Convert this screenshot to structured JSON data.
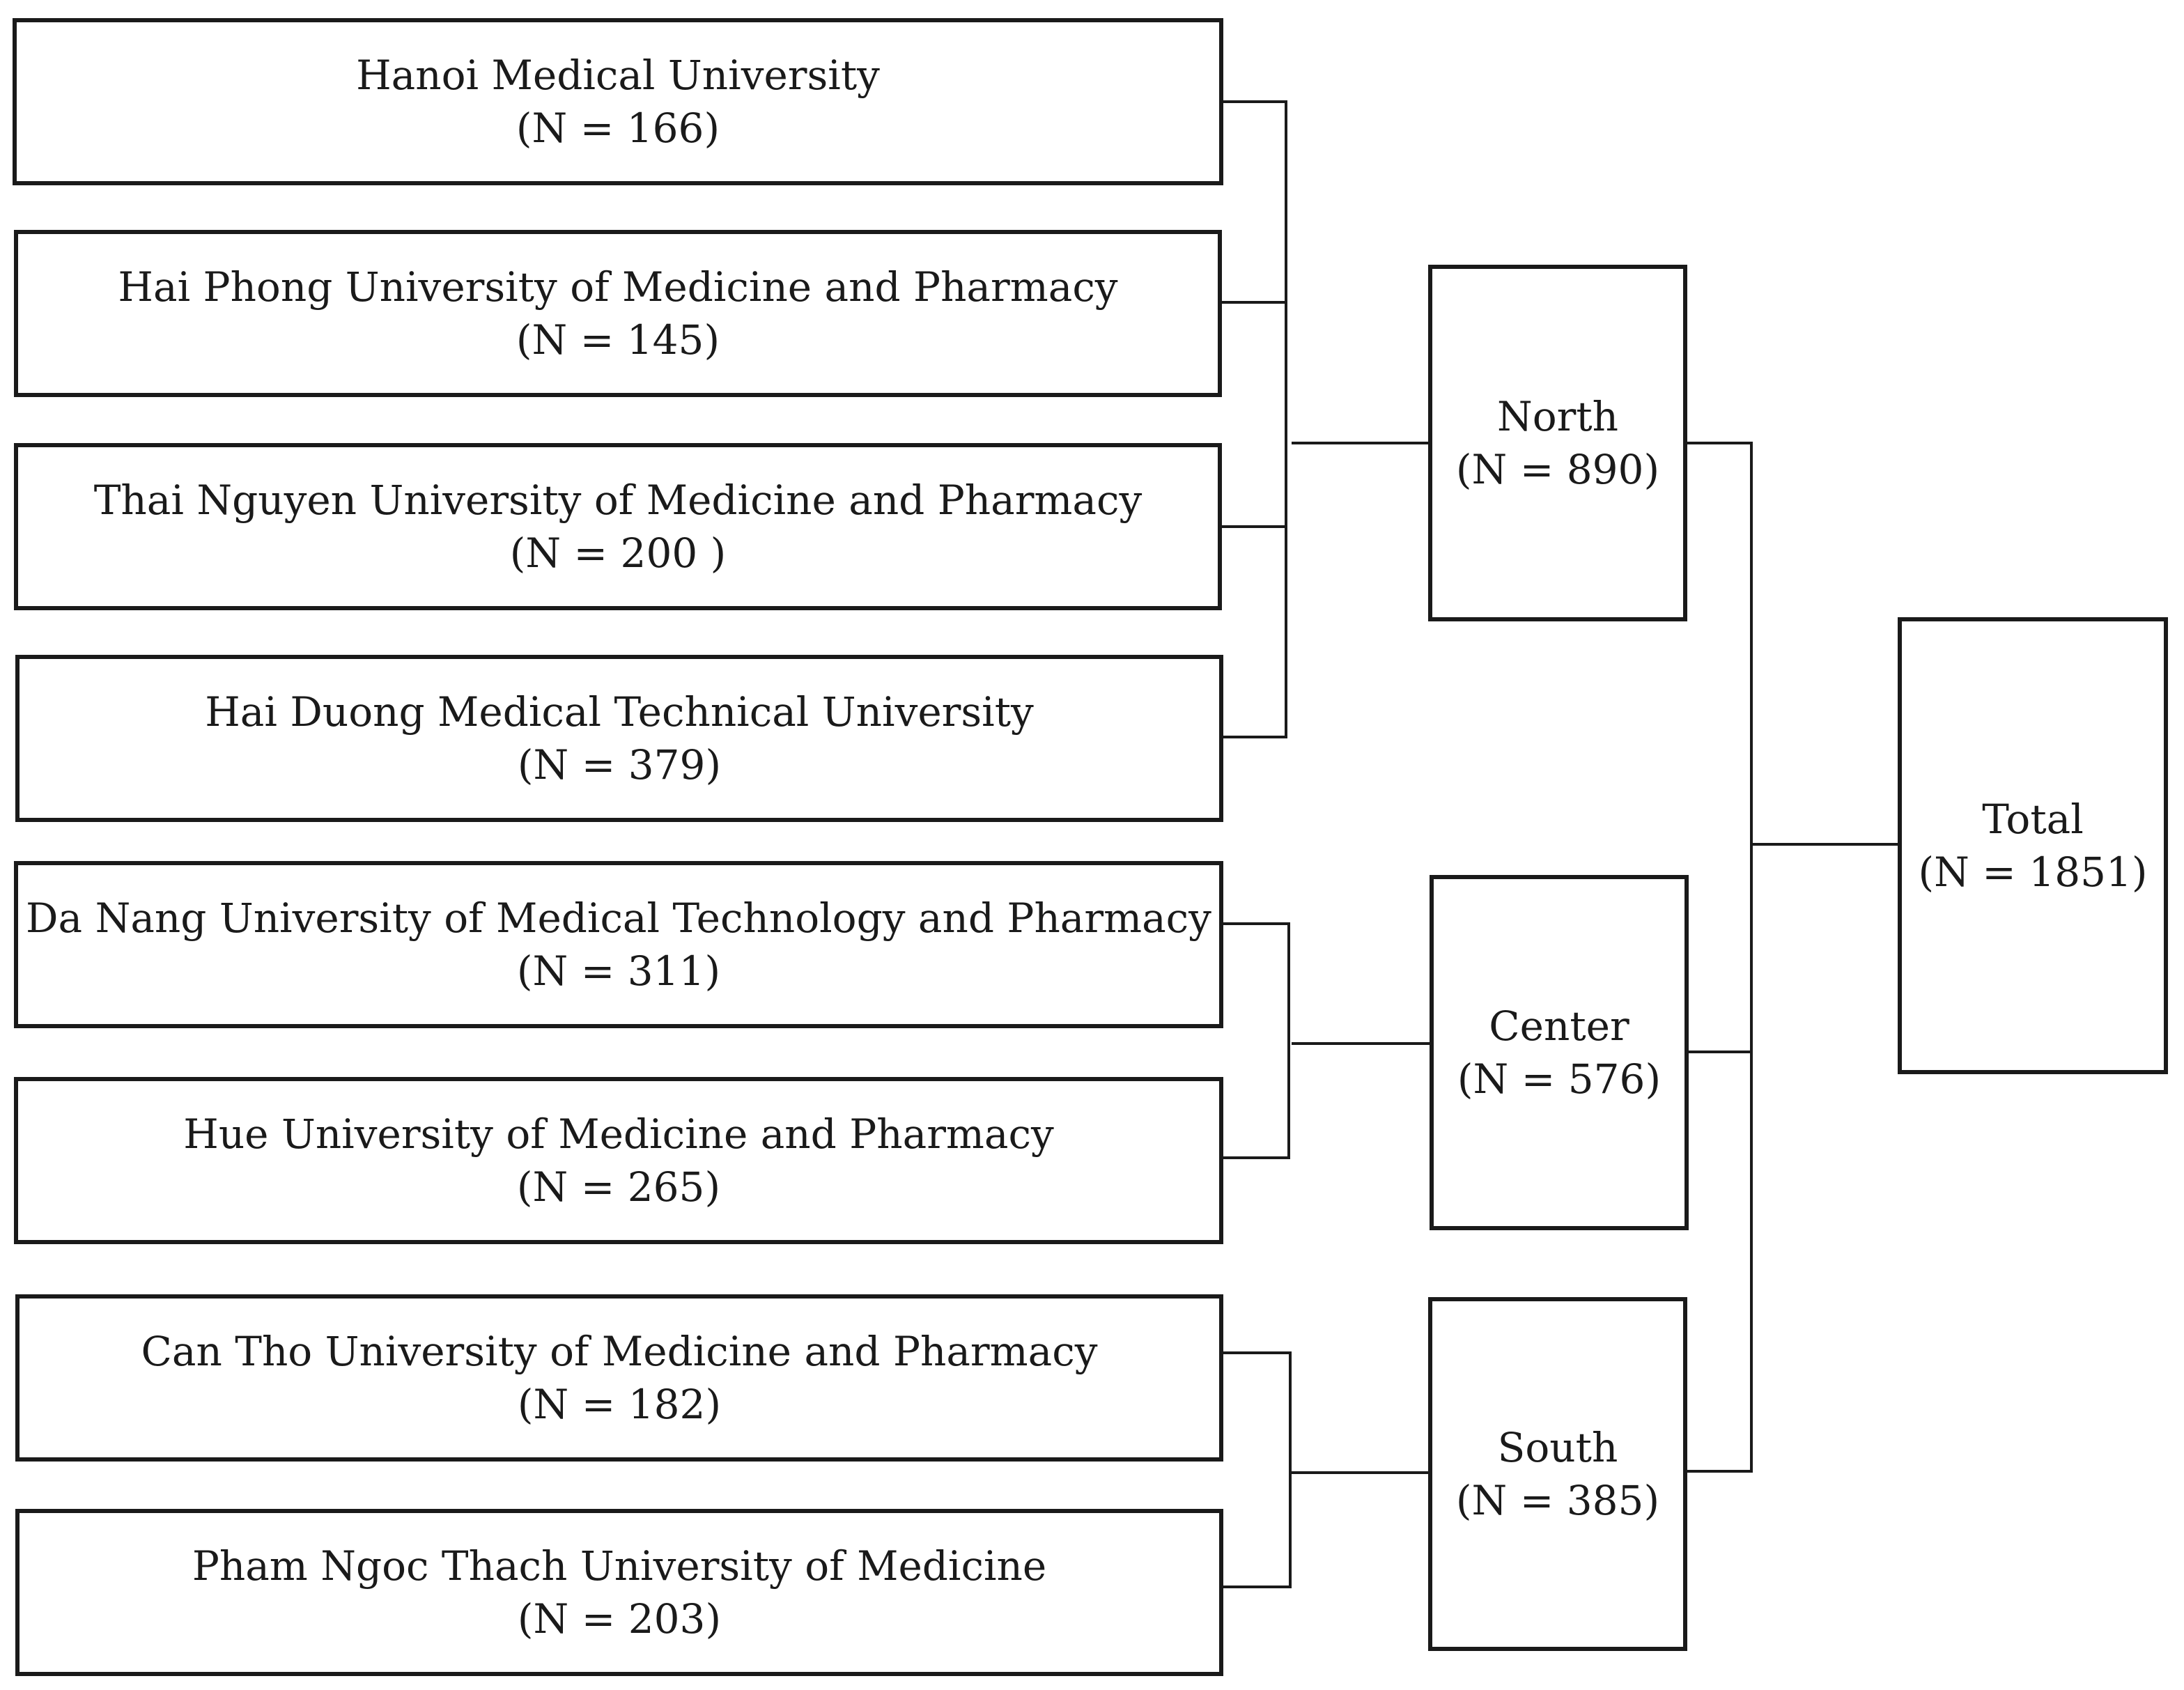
{
  "universities": [
    {
      "name": "Hanoi Medical University",
      "n": "(N = 166)"
    },
    {
      "name": "Hai Phong University of Medicine and Pharmacy",
      "n": "(N = 145)"
    },
    {
      "name": "Thai Nguyen University of Medicine and Pharmacy",
      "n": "(N = 200 )"
    },
    {
      "name": "Hai Duong Medical Technical University",
      "n": "(N = 379)"
    },
    {
      "name": "Da Nang University of Medical Technology and Pharmacy",
      "n": "(N = 311)"
    },
    {
      "name": "Hue University of Medicine and Pharmacy",
      "n": "(N = 265)"
    },
    {
      "name": "Can Tho University of Medicine and Pharmacy",
      "n": "(N = 182)"
    },
    {
      "name": "Pham Ngoc Thach University of Medicine",
      "n": "(N = 203)"
    }
  ],
  "regions": [
    {
      "name": "North",
      "n": "(N = 890)"
    },
    {
      "name": "Center",
      "n": "(N = 576)"
    },
    {
      "name": "South",
      "n": "(N = 385)"
    }
  ],
  "total": {
    "name": "Total",
    "n": "(N = 1851)"
  },
  "colors": {
    "line": "#1a1a1a",
    "background": "#ffffff"
  }
}
